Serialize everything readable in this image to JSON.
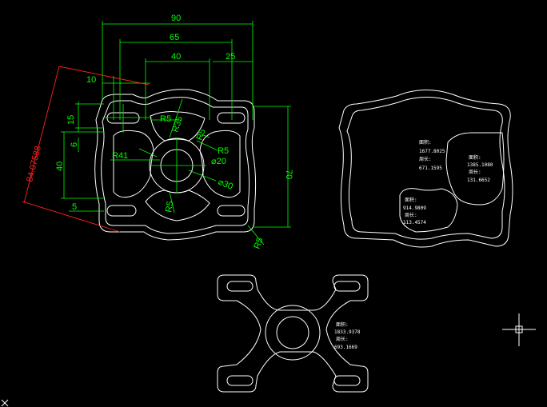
{
  "dims": {
    "d90": "90",
    "d65": "65",
    "d40": "40",
    "d25": "25",
    "d10": "10",
    "d15": "15",
    "d6": "6",
    "d40v": "40",
    "d5": "5",
    "d70": "70",
    "r5a": "R5",
    "r35": "R35",
    "r41": "R41",
    "r5b": "R5",
    "phi20": "⌀20",
    "phi30": "⌀30",
    "r5c": "R5",
    "r5d": "R5",
    "r5e": "R5",
    "diag": "84.07588"
  },
  "areas": {
    "a1_label": "面积:",
    "a1_value": "1677.8025",
    "a1_perim_label": "周长:",
    "a1_perim": "671.1595",
    "a2_label": "面积:",
    "a2_value": "1385.1080",
    "a2_perim_label": "周长:",
    "a2_perim": "131.6652",
    "a3_label": "面积:",
    "a3_value": "914.9809",
    "a3_perim_label": "周长:",
    "a3_perim": "113.4574",
    "a4_label": "面积:",
    "a4_value": "1833.9378",
    "a4_perim_label": "周长:",
    "a4_perim": "693.1669"
  }
}
